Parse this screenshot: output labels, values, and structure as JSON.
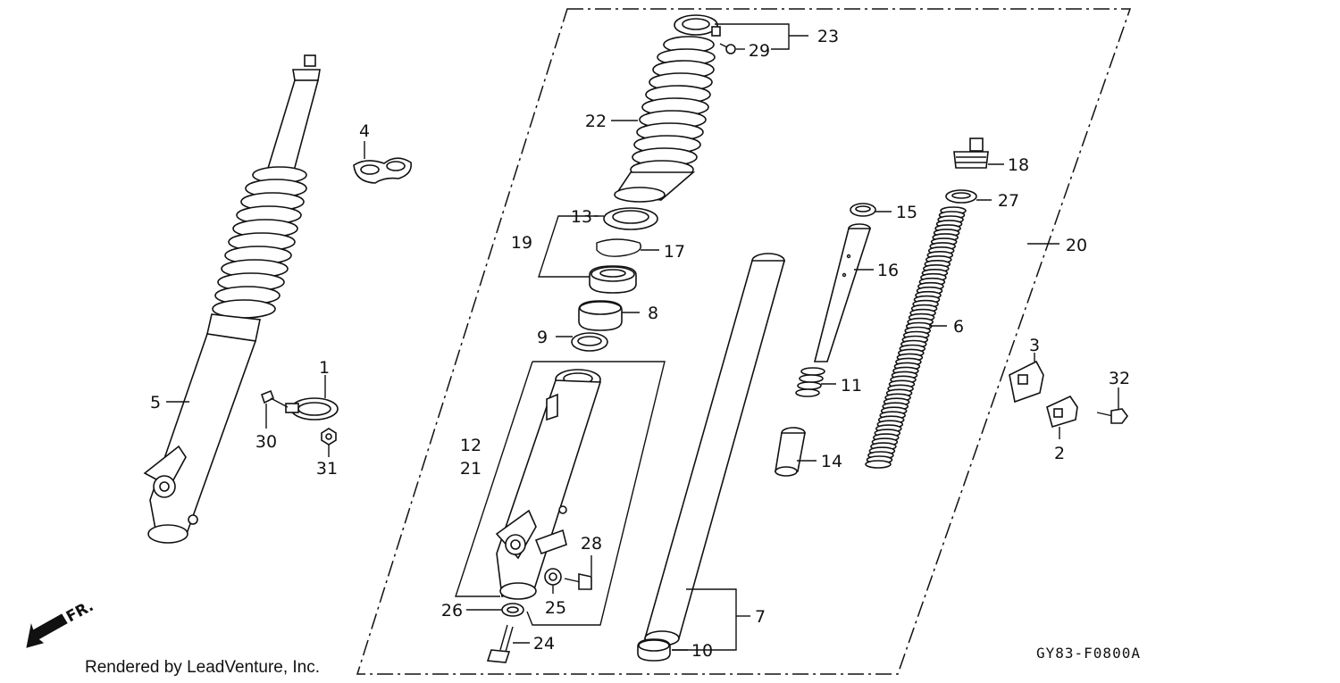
{
  "diagram": {
    "callouts": [
      {
        "id": "c1",
        "text": "1"
      },
      {
        "id": "c2",
        "text": "2"
      },
      {
        "id": "c3",
        "text": "3"
      },
      {
        "id": "c4",
        "text": "4"
      },
      {
        "id": "c5",
        "text": "5"
      },
      {
        "id": "c6",
        "text": "6"
      },
      {
        "id": "c7",
        "text": "7"
      },
      {
        "id": "c8",
        "text": "8"
      },
      {
        "id": "c9",
        "text": "9"
      },
      {
        "id": "c10",
        "text": "10"
      },
      {
        "id": "c11",
        "text": "11"
      },
      {
        "id": "c12",
        "text": "12"
      },
      {
        "id": "c13",
        "text": "13"
      },
      {
        "id": "c14",
        "text": "14"
      },
      {
        "id": "c15",
        "text": "15"
      },
      {
        "id": "c16",
        "text": "16"
      },
      {
        "id": "c17",
        "text": "17"
      },
      {
        "id": "c18",
        "text": "18"
      },
      {
        "id": "c19",
        "text": "19"
      },
      {
        "id": "c20",
        "text": "20"
      },
      {
        "id": "c21",
        "text": "21"
      },
      {
        "id": "c22",
        "text": "22"
      },
      {
        "id": "c23",
        "text": "23"
      },
      {
        "id": "c24",
        "text": "24"
      },
      {
        "id": "c25",
        "text": "25"
      },
      {
        "id": "c26",
        "text": "26"
      },
      {
        "id": "c27",
        "text": "27"
      },
      {
        "id": "c28",
        "text": "28"
      },
      {
        "id": "c29",
        "text": "29"
      },
      {
        "id": "c30",
        "text": "30"
      },
      {
        "id": "c31",
        "text": "31"
      },
      {
        "id": "c32",
        "text": "32"
      }
    ],
    "direction_label": "FR.",
    "diagram_code": "GY83-F0800A",
    "footer": "Rendered by LeadVenture, Inc."
  }
}
